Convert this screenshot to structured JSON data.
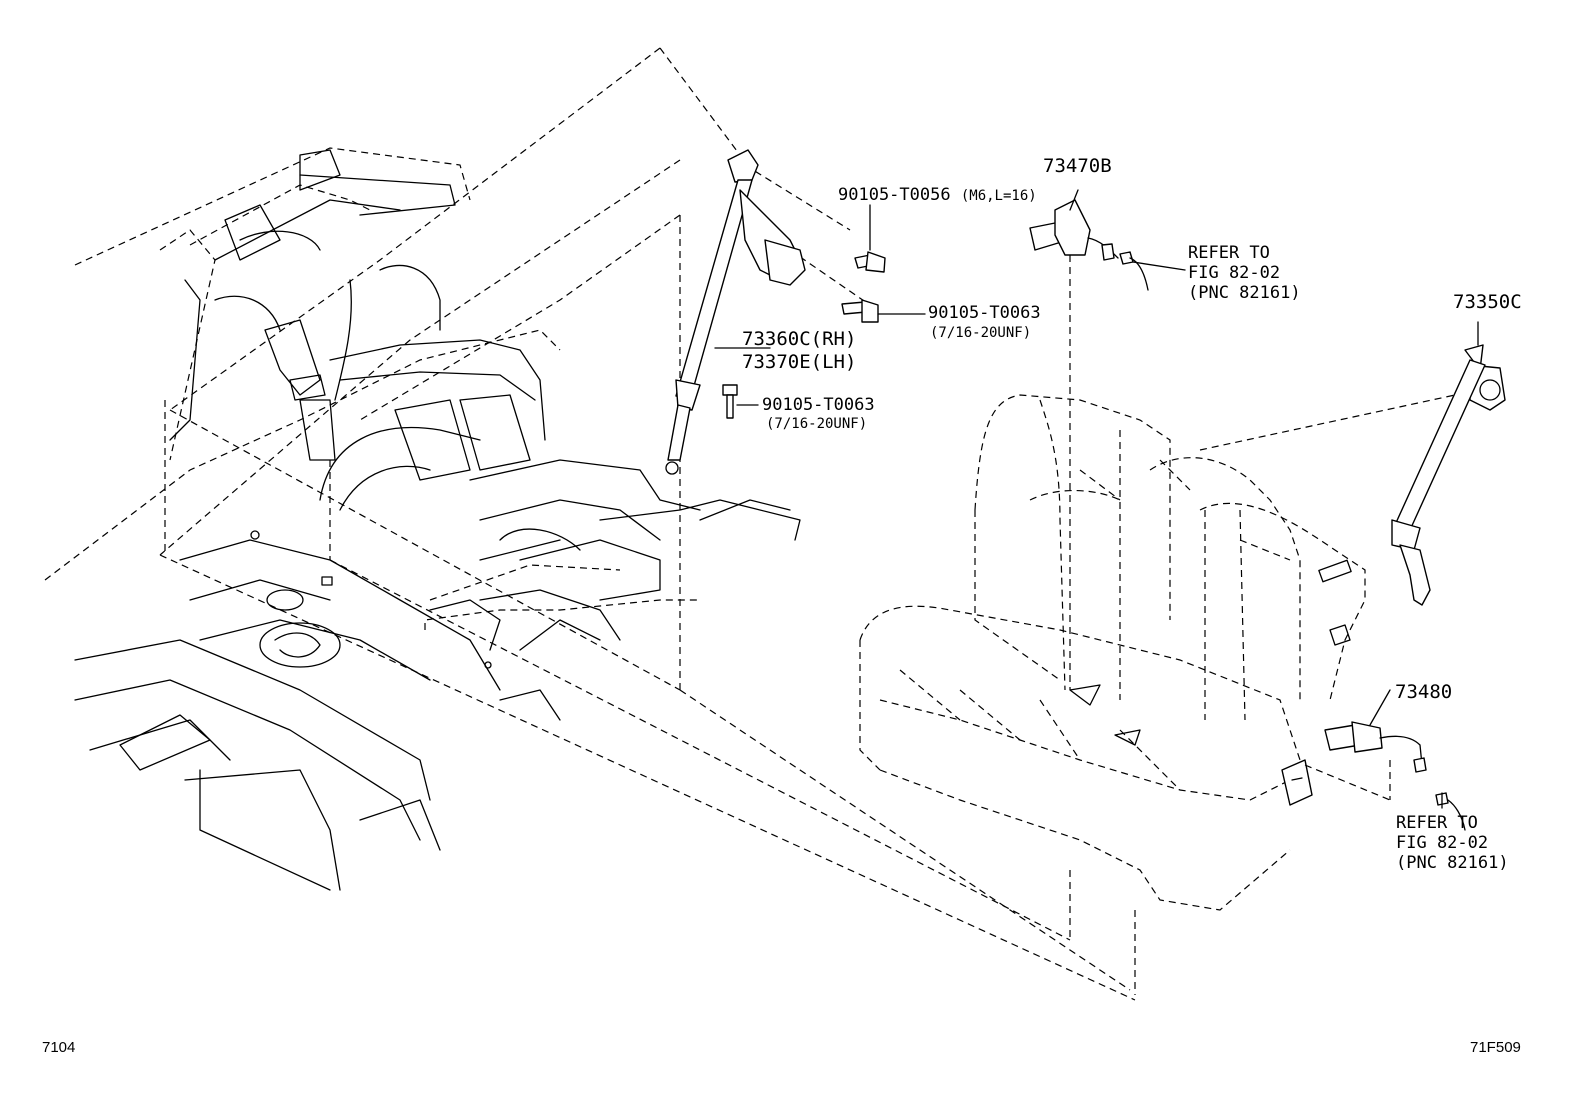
{
  "callouts": {
    "bolt_m6": {
      "part": "90105-T0056",
      "spec": "(M6,L=16)"
    },
    "bolt_upper": {
      "part": "90105-T0063",
      "spec": "(7/16-20UNF)"
    },
    "bolt_lower": {
      "part": "90105-T0063",
      "spec": "(7/16-20UNF)"
    },
    "belt_front_rh": "73360C(RH)",
    "belt_front_lh": "73370E(LH)",
    "buckle_center": "73470B",
    "belt_rear": "73350C",
    "buckle_rear": "73480",
    "refer_top": {
      "line1": "REFER TO",
      "line2": "FIG 82-02",
      "line3": "(PNC 82161)"
    },
    "refer_bottom": {
      "line1": "REFER TO",
      "line2": "FIG 82-02",
      "line3": "(PNC 82161)"
    }
  },
  "footer": {
    "left_code": "7104",
    "right_code": "71F509"
  }
}
